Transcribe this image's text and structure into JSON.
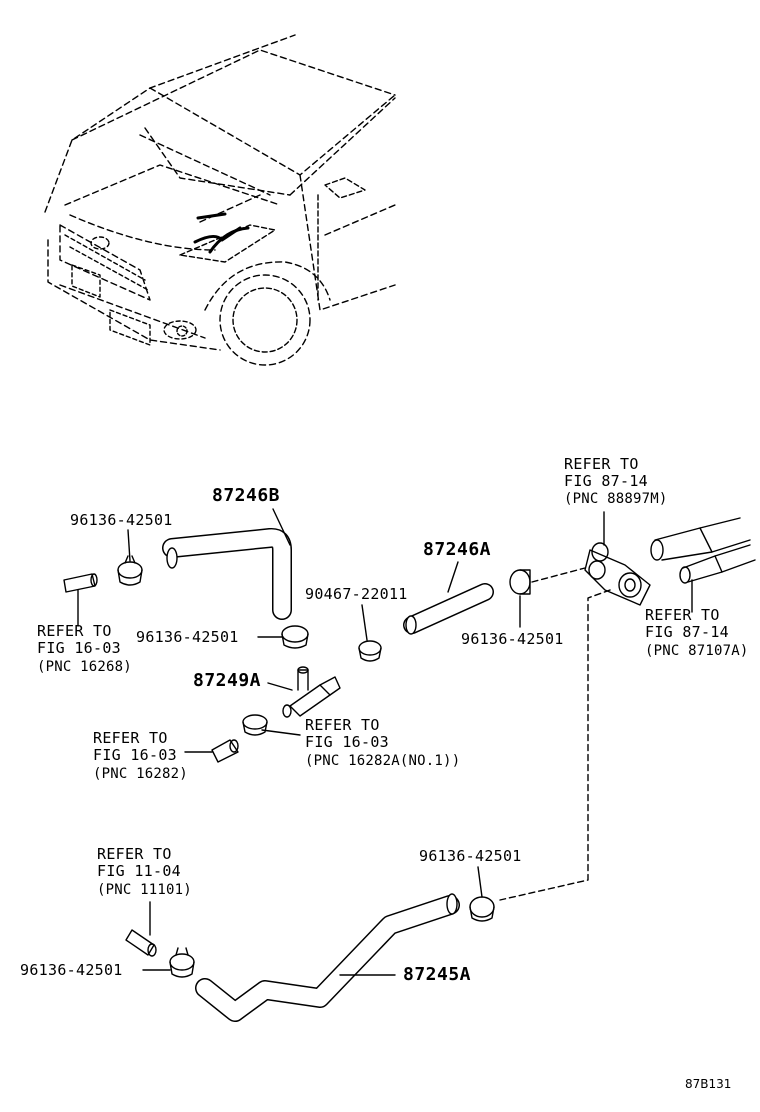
{
  "figure_code": "87B131",
  "parts": {
    "hose_87246b": "87246B",
    "hose_87246a": "87246A",
    "hose_87245a": "87245A",
    "joint_87249a": "87249A",
    "clip_90467": "90467-22011",
    "clamp_a": "96136-42501",
    "clamp_b": "96136-42501",
    "clamp_c": "96136-42501",
    "clamp_d": "96136-42501",
    "clamp_e": "96136-42501"
  },
  "references": {
    "ref_16268": [
      "REFER TO",
      "FIG 16-03",
      "(PNC 16268)"
    ],
    "ref_16282": [
      "REFER TO",
      "FIG 16-03",
      "(PNC 16282)"
    ],
    "ref_16282a": [
      "REFER TO",
      "FIG 16-03",
      "(PNC 16282A(NO.1))"
    ],
    "ref_88897m": [
      "REFER TO",
      "FIG 87-14",
      "(PNC 88897M)"
    ],
    "ref_87107a": [
      "REFER TO",
      "FIG 87-14",
      "(PNC 87107A)"
    ],
    "ref_11101": [
      "REFER TO",
      "FIG 11-04",
      "(PNC 11101)"
    ]
  }
}
